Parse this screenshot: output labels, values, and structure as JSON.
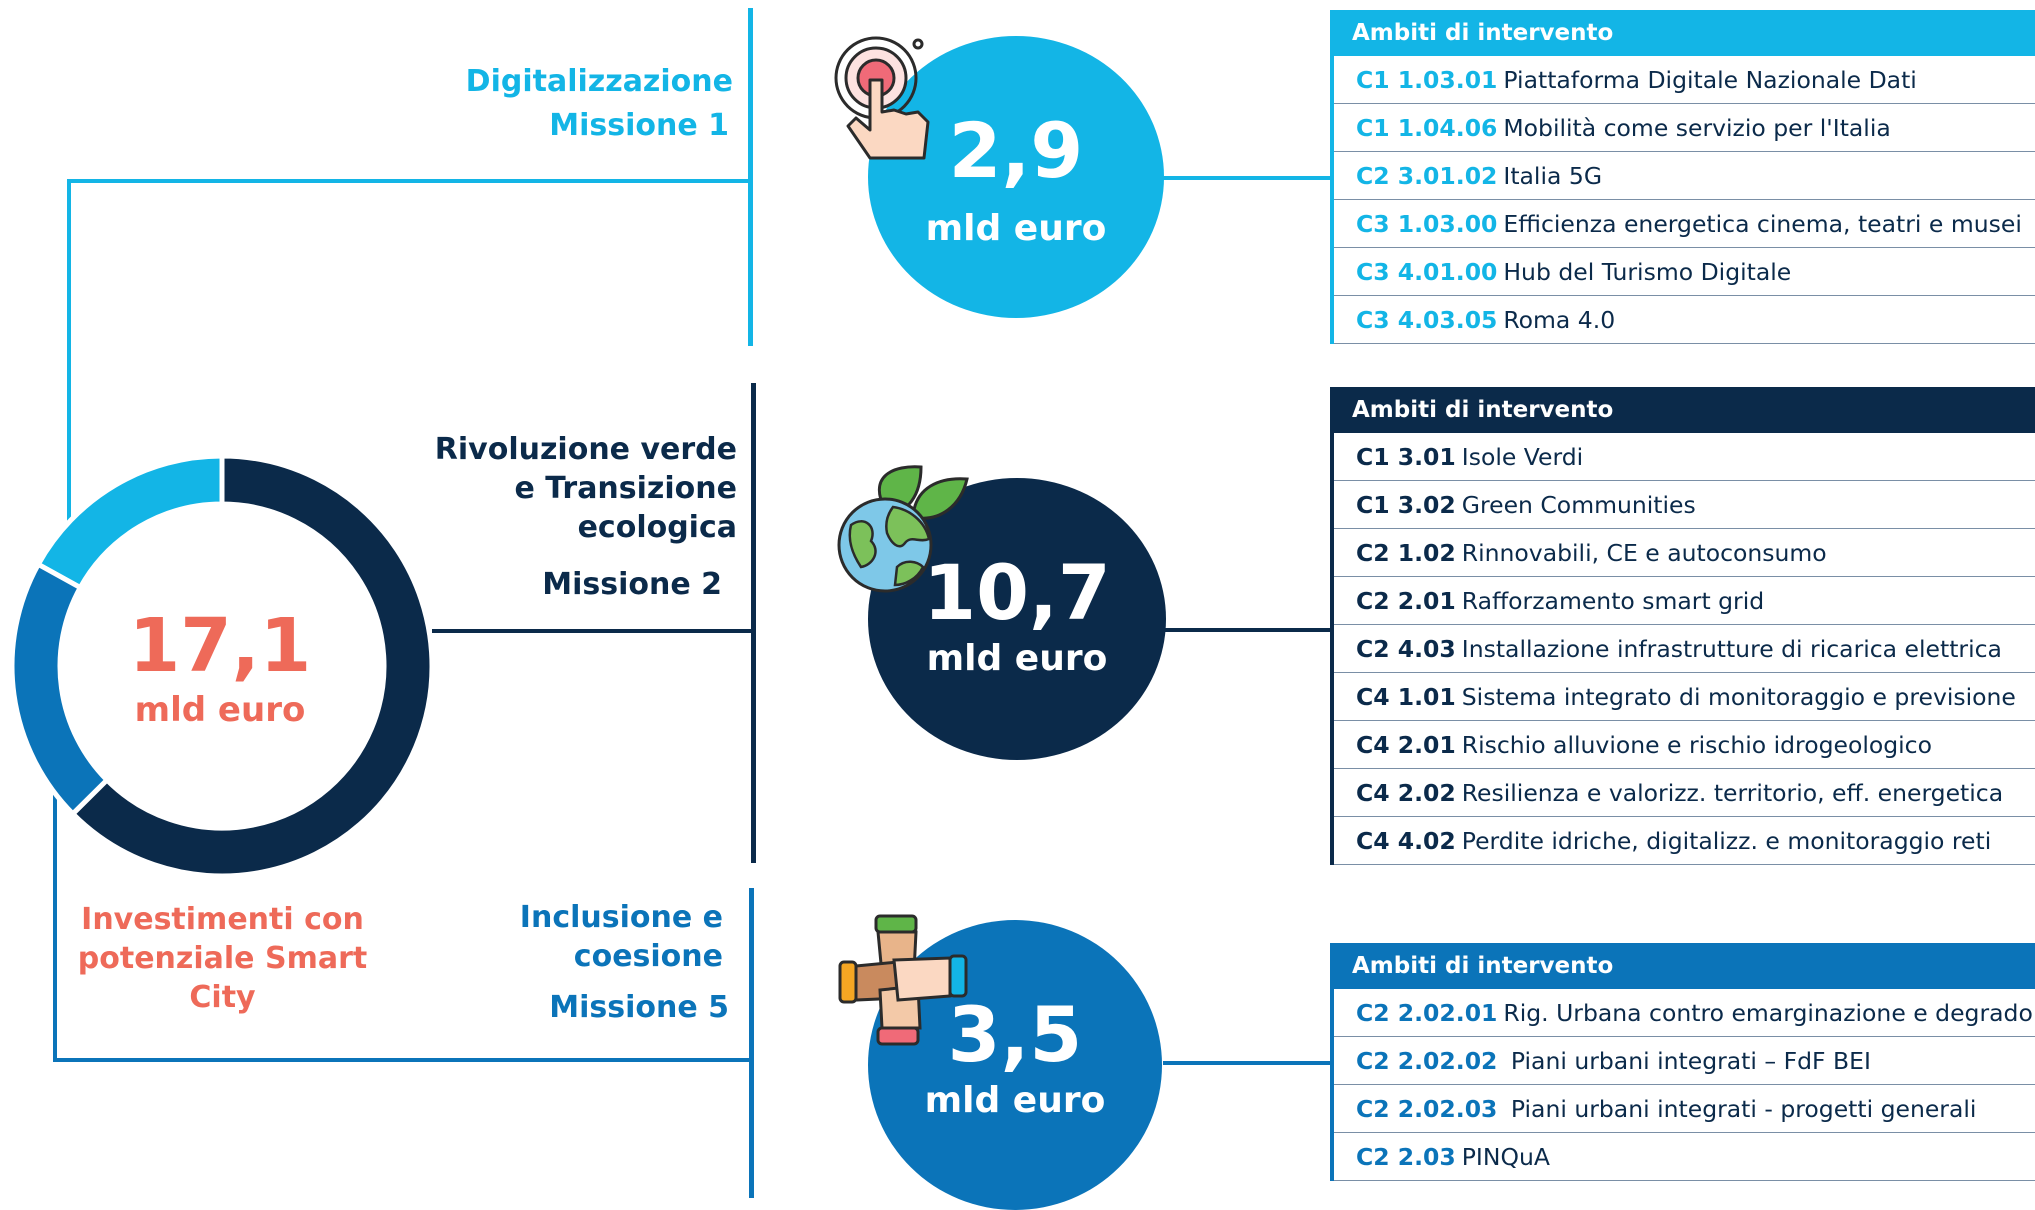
{
  "colors": {
    "light_blue": "#13b5e6",
    "navy": "#0b2a4a",
    "mid_blue": "#0b74b9",
    "coral": "#ee6a59"
  },
  "total": {
    "value": "17,1",
    "unit": "mld euro",
    "caption": "Investimenti con potenziale Smart City"
  },
  "chart_data": {
    "type": "pie",
    "categories": [
      "Missione 1",
      "Missione 2",
      "Missione 5"
    ],
    "values": [
      2.9,
      10.7,
      3.5
    ],
    "colors": [
      "#13b5e6",
      "#0b2a4a",
      "#0b74b9"
    ],
    "title": "",
    "total_label": "17,1 mld euro"
  },
  "missions": [
    {
      "name_lines": [
        "Digitalizzazione"
      ],
      "label": "Missione 1",
      "value": "2,9",
      "unit": "mld euro",
      "icon": "touch-icon",
      "table_header": "Ambiti di intervento",
      "rows": [
        {
          "code": "C1 1.03.01",
          "text": "Piattaforma Digitale Nazionale Dati"
        },
        {
          "code": "C1 1.04.06",
          "text": "Mobilità come servizio per l'Italia"
        },
        {
          "code": "C2 3.01.02",
          "text": "Italia 5G"
        },
        {
          "code": "C3 1.03.00",
          "text": "Efficienza energetica cinema, teatri e musei"
        },
        {
          "code": "C3 4.01.00",
          "text": "Hub del Turismo Digitale"
        },
        {
          "code": "C3 4.03.05",
          "text": "Roma 4.0"
        }
      ]
    },
    {
      "name_lines": [
        "Rivoluzione verde",
        "e Transizione",
        "ecologica"
      ],
      "label": "Missione 2",
      "value": "10,7",
      "unit": "mld euro",
      "icon": "globe-leaves-icon",
      "table_header": "Ambiti di intervento",
      "rows": [
        {
          "code": "C1 3.01",
          "text": "Isole Verdi"
        },
        {
          "code": "C1 3.02",
          "text": "Green Communities"
        },
        {
          "code": "C2 1.02",
          "text": "Rinnovabili, CE e autoconsumo"
        },
        {
          "code": "C2 2.01",
          "text": "Rafforzamento smart grid"
        },
        {
          "code": "C2 4.03",
          "text": "Installazione infrastrutture di ricarica elettrica"
        },
        {
          "code": "C4 1.01",
          "text": "Sistema integrato di monitoraggio e previsione"
        },
        {
          "code": "C4 2.01",
          "text": "Rischio alluvione e rischio idrogeologico"
        },
        {
          "code": "C4 2.02",
          "text": "Resilienza e valorizz. territorio, eff. energetica"
        },
        {
          "code": "C4 4.02",
          "text": "Perdite idriche, digitalizz. e monitoraggio reti"
        }
      ]
    },
    {
      "name_lines": [
        "Inclusione e",
        "coesione"
      ],
      "label": "Missione 5",
      "value": "3,5",
      "unit": "mld euro",
      "icon": "joined-hands-icon",
      "table_header": "Ambiti di intervento",
      "rows": [
        {
          "code": "C2 2.02.01",
          "text": "Rig. Urbana contro emarginazione e degrado"
        },
        {
          "code": "C2 2.02.02",
          "text": " Piani urbani integrati – FdF BEI"
        },
        {
          "code": "C2 2.02.03",
          "text": " Piani urbani integrati - progetti generali"
        },
        {
          "code": "C2 2.03",
          "text": "PINQuA"
        }
      ]
    }
  ]
}
